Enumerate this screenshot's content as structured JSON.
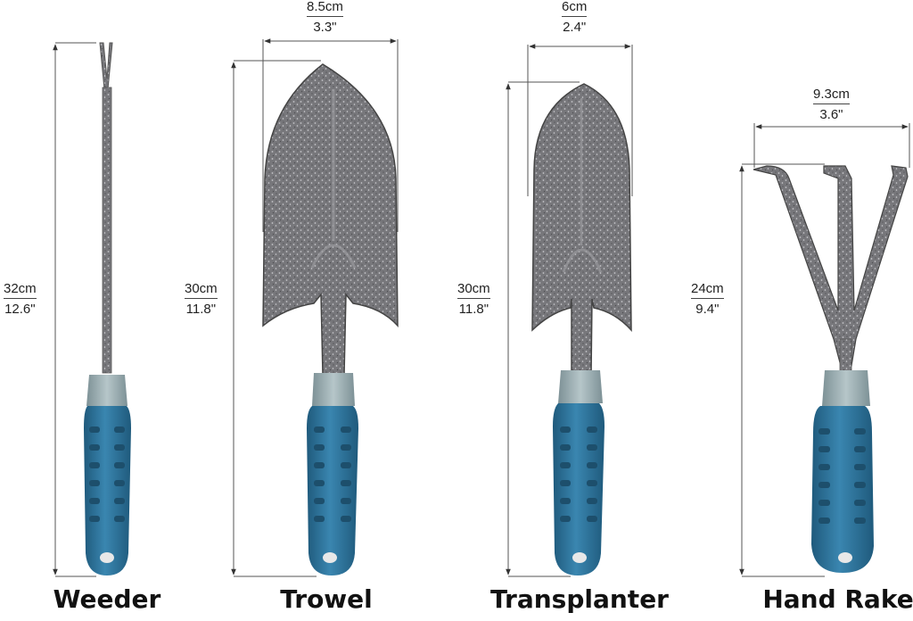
{
  "tools": [
    {
      "name": "Weeder",
      "height_cm": "32cm",
      "height_in": "12.6\""
    },
    {
      "name": "Trowel",
      "height_cm": "30cm",
      "height_in": "11.8\"",
      "width_cm": "8.5cm",
      "width_in": "3.3\""
    },
    {
      "name": "Transplanter",
      "height_cm": "30cm",
      "height_in": "11.8\"",
      "width_cm": "6cm",
      "width_in": "2.4\""
    },
    {
      "name": "Hand Rake",
      "height_cm": "24cm",
      "height_in": "9.4\"",
      "width_cm": "9.3cm",
      "width_in": "3.6\""
    }
  ],
  "colors": {
    "metal": "#6f6f73",
    "metal_light": "#a9a9ad",
    "handle": "#2f77a0",
    "handle_dark": "#1f5a7c",
    "collar": "#9db0b4",
    "dimension_line": "#555555"
  }
}
